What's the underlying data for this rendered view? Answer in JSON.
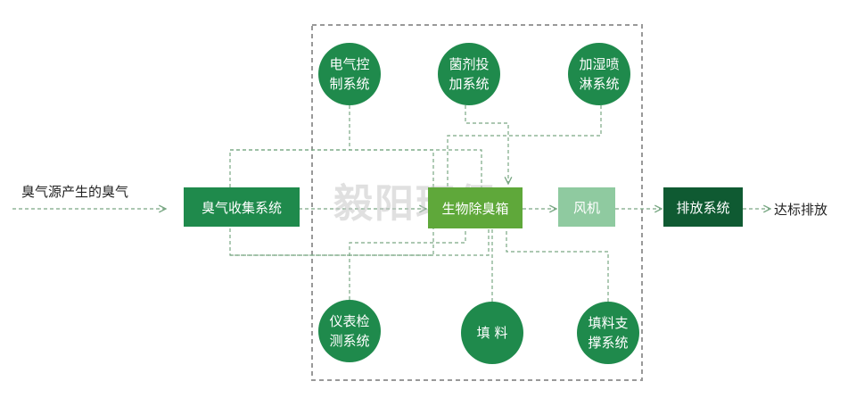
{
  "source_label": "臭气源产生的臭气",
  "output_label": "达标排放",
  "watermark": "毅阳环保",
  "boxes": {
    "collect": "臭气收集系统",
    "bio": "生物除臭箱",
    "fan": "风机",
    "exhaust": "排放系统"
  },
  "circles": {
    "electric": [
      "电气控",
      "制系统"
    ],
    "dosing": [
      "菌剂投",
      "加系统"
    ],
    "spray": [
      "加湿喷",
      "淋系统"
    ],
    "instrument": [
      "仪表检",
      "测系统"
    ],
    "filler": [
      "填 料"
    ],
    "support": [
      "填料支",
      "撑系统"
    ]
  },
  "colors": {
    "circle": "#1f8a4c",
    "collect_box": "#1f8a4c",
    "bio_box": "#5fa83a",
    "fan_box": "#8fcaa0",
    "exhaust_box": "#0f5a32",
    "line": "#7aa884",
    "border": "#999999"
  }
}
